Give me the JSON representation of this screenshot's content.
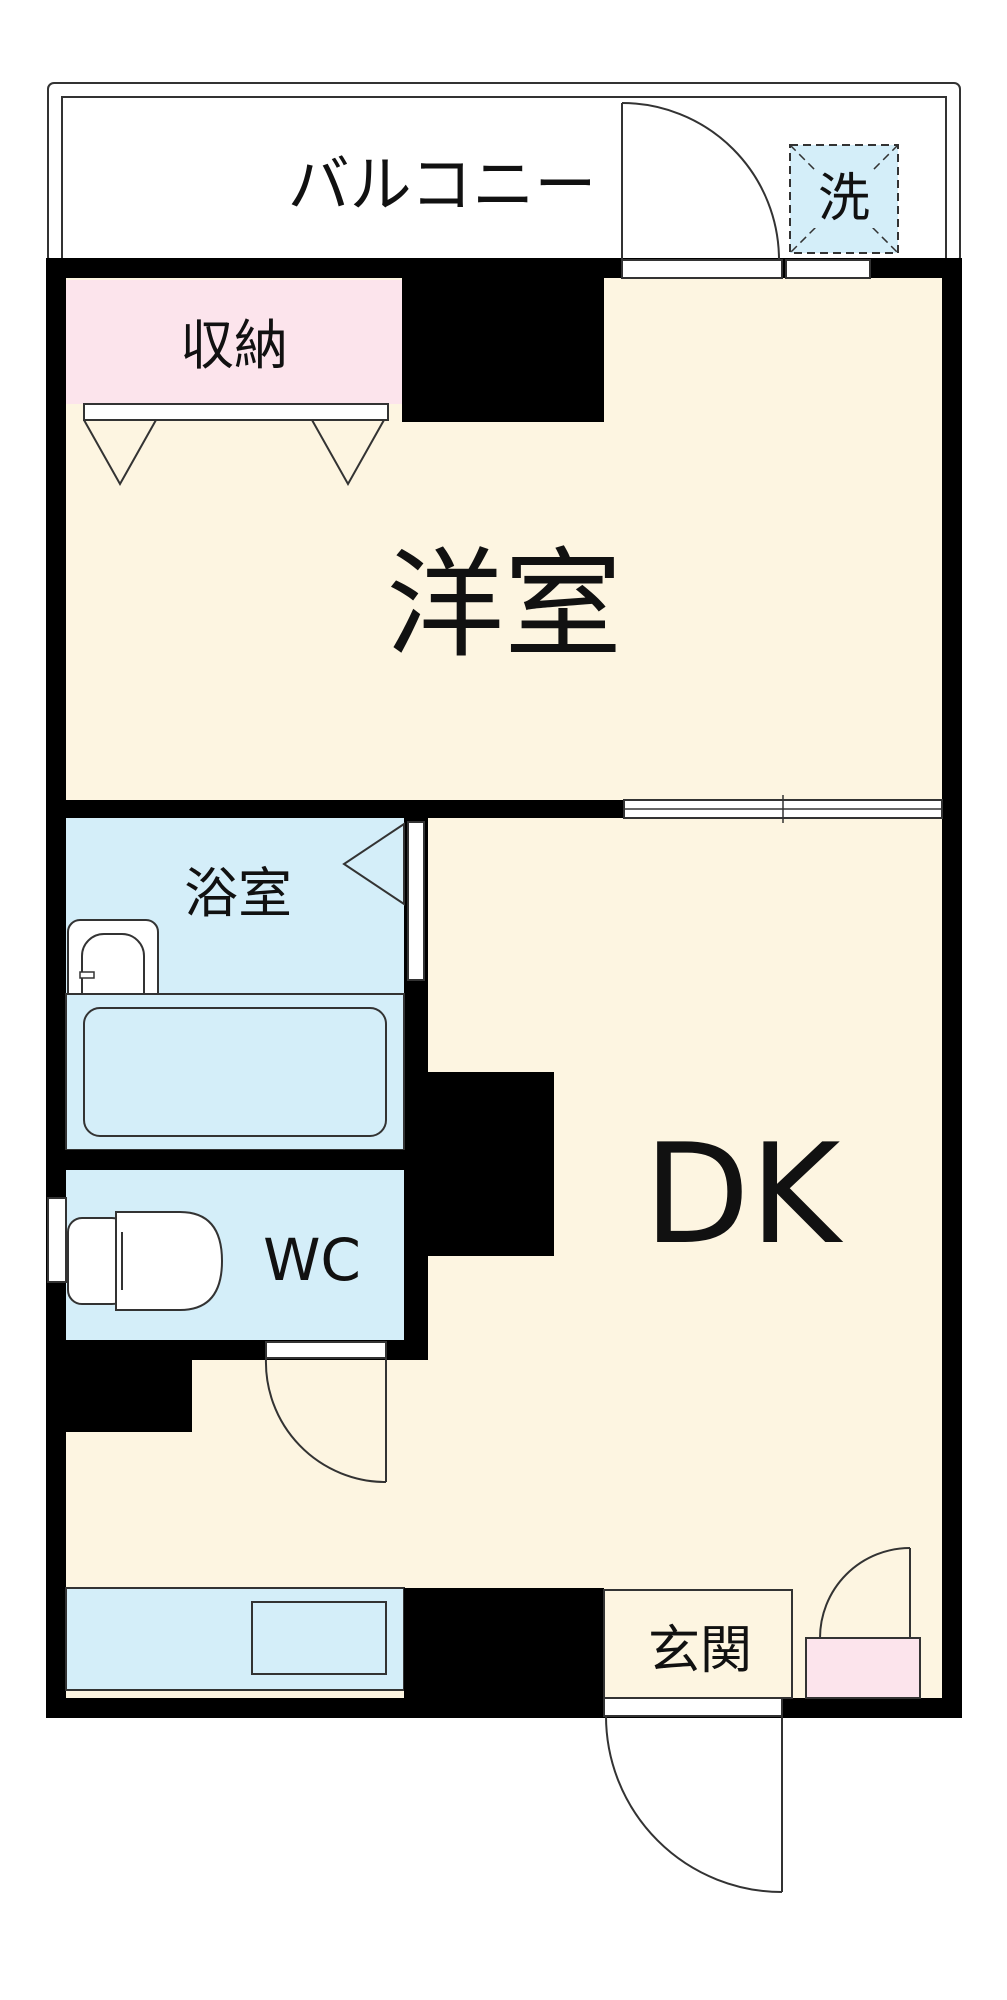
{
  "rooms": {
    "balcony": "バルコニー",
    "laundry": "洗",
    "storage": "収納",
    "western_room": "洋室",
    "bathroom": "浴室",
    "toilet": "WC",
    "dk": "DK",
    "entrance": "玄関"
  },
  "colors": {
    "wall": "#000000",
    "floor": "#fdf5e1",
    "wet_area": "#d4eef9",
    "storage": "#fce4ec",
    "outline": "#333333"
  }
}
